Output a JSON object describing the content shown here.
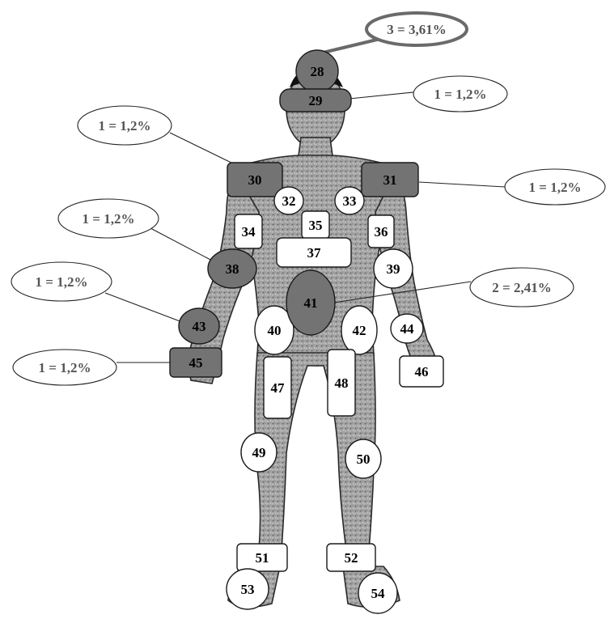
{
  "colors": {
    "marked": "#737373",
    "unmarked": "#ffffff",
    "body_fill": "#9d9d9d",
    "callout_text": "#555555",
    "outline": "#1a1a1a"
  },
  "regions": [
    {
      "id": "28",
      "shape": "circle",
      "marked": true
    },
    {
      "id": "29",
      "shape": "rect",
      "marked": true
    },
    {
      "id": "30",
      "shape": "rect",
      "marked": true
    },
    {
      "id": "31",
      "shape": "rect",
      "marked": true
    },
    {
      "id": "32",
      "shape": "circle",
      "marked": false
    },
    {
      "id": "33",
      "shape": "circle",
      "marked": false
    },
    {
      "id": "34",
      "shape": "rect",
      "marked": false
    },
    {
      "id": "35",
      "shape": "rect",
      "marked": false
    },
    {
      "id": "36",
      "shape": "rect",
      "marked": false
    },
    {
      "id": "37",
      "shape": "rect",
      "marked": false
    },
    {
      "id": "38",
      "shape": "circle",
      "marked": true
    },
    {
      "id": "39",
      "shape": "circle",
      "marked": false
    },
    {
      "id": "40",
      "shape": "ellipse",
      "marked": false
    },
    {
      "id": "41",
      "shape": "ellipse",
      "marked": true
    },
    {
      "id": "42",
      "shape": "ellipse",
      "marked": false
    },
    {
      "id": "43",
      "shape": "circle",
      "marked": true
    },
    {
      "id": "44",
      "shape": "circle",
      "marked": false
    },
    {
      "id": "45",
      "shape": "rect",
      "marked": true
    },
    {
      "id": "46",
      "shape": "rect",
      "marked": false
    },
    {
      "id": "47",
      "shape": "rect",
      "marked": false
    },
    {
      "id": "48",
      "shape": "rect",
      "marked": false
    },
    {
      "id": "49",
      "shape": "circle",
      "marked": false
    },
    {
      "id": "50",
      "shape": "circle",
      "marked": false
    },
    {
      "id": "51",
      "shape": "rect",
      "marked": false
    },
    {
      "id": "52",
      "shape": "rect",
      "marked": false
    },
    {
      "id": "53",
      "shape": "circle",
      "marked": false
    },
    {
      "id": "54",
      "shape": "circle",
      "marked": false
    }
  ],
  "callouts": [
    {
      "text": "3 = 3,61%",
      "region": "28"
    },
    {
      "text": "1 = 1,2%",
      "region": "29"
    },
    {
      "text": "1 = 1,2%",
      "region": "30"
    },
    {
      "text": "1 = 1,2%",
      "region": "31"
    },
    {
      "text": "1 = 1,2%",
      "region": "38"
    },
    {
      "text": "2 = 2,41%",
      "region": "41"
    },
    {
      "text": "1 = 1,2%",
      "region": "43"
    },
    {
      "text": "1 = 1,2%",
      "region": "45"
    }
  ]
}
